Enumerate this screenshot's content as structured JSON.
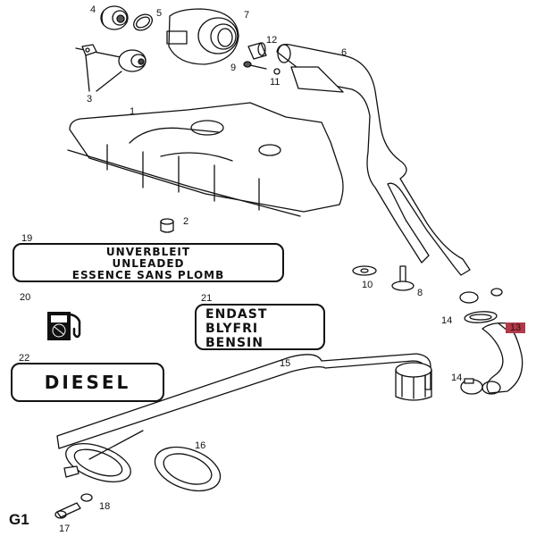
{
  "diagram": {
    "page_id": "G1",
    "highlight_color": "#b03a48",
    "highlighted_part": "13",
    "part_labels": [
      "1",
      "2",
      "3",
      "4",
      "5",
      "6",
      "7",
      "8",
      "9",
      "10",
      "11",
      "12",
      "13",
      "14",
      "14",
      "15",
      "16",
      "17",
      "18",
      "19",
      "20",
      "21",
      "22"
    ],
    "parts": [
      {
        "number": "1",
        "depicts": "fuel-tank"
      },
      {
        "number": "2",
        "depicts": "plug"
      },
      {
        "number": "3",
        "depicts": "lock-cylinder-with-key"
      },
      {
        "number": "4",
        "depicts": "lock-cylinder"
      },
      {
        "number": "5",
        "depicts": "o-ring"
      },
      {
        "number": "6",
        "depicts": "filler-neck-pipe"
      },
      {
        "number": "7",
        "depicts": "filler-housing"
      },
      {
        "number": "8",
        "depicts": "bolt"
      },
      {
        "number": "9",
        "depicts": "screw"
      },
      {
        "number": "10",
        "depicts": "washer"
      },
      {
        "number": "11",
        "depicts": "nut"
      },
      {
        "number": "12",
        "depicts": "bushing"
      },
      {
        "number": "13",
        "depicts": "hose"
      },
      {
        "number": "14",
        "depicts": "hose-clamp"
      },
      {
        "number": "15",
        "depicts": "fuel-pickup-pipe"
      },
      {
        "number": "16",
        "depicts": "gasket"
      },
      {
        "number": "17",
        "depicts": "screw"
      },
      {
        "number": "18",
        "depicts": "washer"
      },
      {
        "number": "19",
        "depicts": "label-unleaded"
      },
      {
        "number": "20",
        "depicts": "label-fuel-pump-symbol"
      },
      {
        "number": "21",
        "depicts": "label-swedish-unleaded"
      },
      {
        "number": "22",
        "depicts": "label-diesel"
      }
    ]
  },
  "signs": {
    "sign19": {
      "lines": [
        "UNVERBLEIT",
        "UNLEADED",
        "ESSENCE SANS PLOMB"
      ]
    },
    "sign20": {
      "icon": "fuel-pump-no-lead-icon"
    },
    "sign21": {
      "lines": [
        "ENDAST",
        "BLYFRI",
        "BENSIN"
      ]
    },
    "sign22": {
      "text": "DIESEL"
    }
  }
}
